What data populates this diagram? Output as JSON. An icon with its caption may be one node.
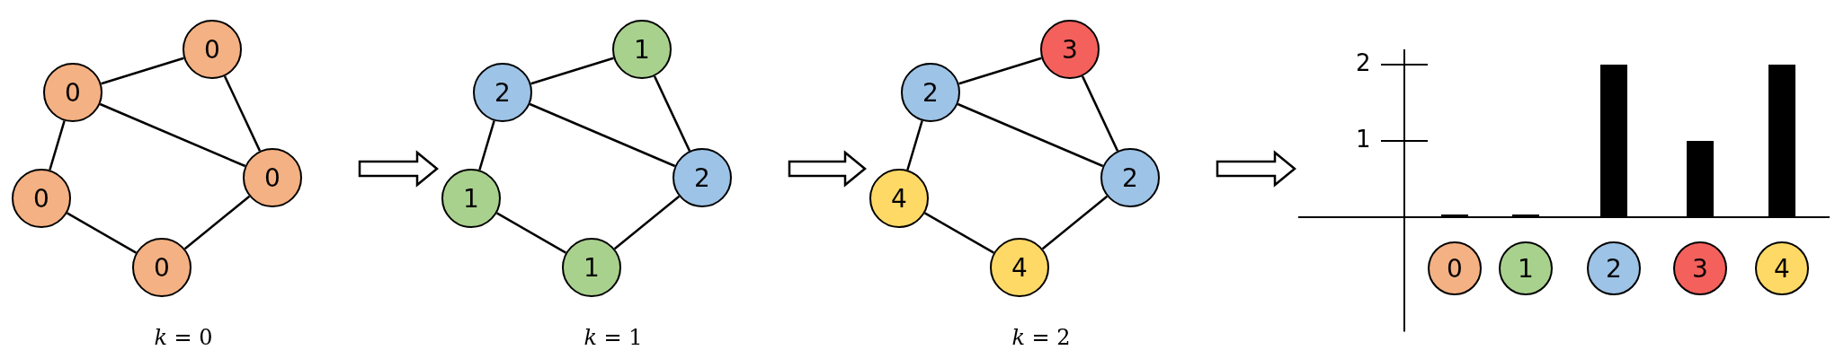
{
  "diagram": {
    "nodes": [
      {
        "text": [
          "*k* = 0"
        ]
      },
      {
        "text": [
          "0"
        ],
        "in": 0
      },
      {
        "text": [
          "0"
        ],
        "in": 0
      },
      {
        "text": [
          "0"
        ],
        "in": 0
      },
      {
        "text": [
          "0"
        ],
        "in": 0
      },
      {
        "text": [
          "0"
        ],
        "in": 0
      },
      {
        "text": [
          "*k* = 1"
        ]
      },
      {
        "text": [
          "2"
        ],
        "in": 6
      },
      {
        "text": [
          "1"
        ],
        "in": 6
      },
      {
        "text": [
          "2"
        ],
        "in": 6
      },
      {
        "text": [
          "1"
        ],
        "in": 6
      },
      {
        "text": [
          "1"
        ],
        "in": 6
      },
      {
        "text": [
          "*k* = 2"
        ]
      },
      {
        "text": [
          "2"
        ],
        "in": 12
      },
      {
        "text": [
          "3"
        ],
        "in": 12
      },
      {
        "text": [
          "2"
        ],
        "in": 12
      },
      {
        "text": [
          "4"
        ],
        "in": 12
      },
      {
        "text": [
          "4"
        ],
        "in": 12
      },
      {
        "text": [],
        "shape": "picture"
      },
      {
        "text": [
          "0"
        ],
        "in": 18
      },
      {
        "text": [
          "1"
        ],
        "in": 18
      },
      {
        "text": [
          "2"
        ],
        "in": 18
      },
      {
        "text": [
          "3"
        ],
        "in": 18
      },
      {
        "text": [
          "4"
        ],
        "in": 18
      }
    ],
    "edges": [
      {
        "from": 1,
        "to": 2,
        "arrow": "none"
      },
      {
        "from": 1,
        "to": 3,
        "arrow": "none"
      },
      {
        "from": 2,
        "to": 3,
        "arrow": "none"
      },
      {
        "from": 1,
        "to": 4,
        "arrow": "none"
      },
      {
        "from": 4,
        "to": 5,
        "arrow": "none"
      },
      {
        "from": 5,
        "to": 3,
        "arrow": "none"
      },
      {
        "from": 7,
        "to": 8,
        "arrow": "none"
      },
      {
        "from": 7,
        "to": 9,
        "arrow": "none"
      },
      {
        "from": 8,
        "to": 9,
        "arrow": "none"
      },
      {
        "from": 7,
        "to": 10,
        "arrow": "none"
      },
      {
        "from": 10,
        "to": 11,
        "arrow": "none"
      },
      {
        "from": 11,
        "to": 9,
        "arrow": "none"
      },
      {
        "from": 13,
        "to": 14,
        "arrow": "none"
      },
      {
        "from": 13,
        "to": 15,
        "arrow": "none"
      },
      {
        "from": 14,
        "to": 15,
        "arrow": "none"
      },
      {
        "from": 13,
        "to": 16,
        "arrow": "none"
      },
      {
        "from": 16,
        "to": 17,
        "arrow": "none"
      },
      {
        "from": 17,
        "to": 15,
        "arrow": "none"
      },
      {
        "from": 0,
        "to": 6,
        "arrow": "to"
      },
      {
        "from": 6,
        "to": 12,
        "arrow": "to"
      },
      {
        "from": 12,
        "to": 18,
        "arrow": "to"
      }
    ],
    "chart_data": {
      "type": "bar",
      "series": [
        {
          "color": "#000000",
          "values": [
            0,
            0,
            2,
            1,
            2
          ]
        }
      ],
      "ylim": [
        -1.5,
        2.2
      ],
      "yticks": [
        1,
        2
      ]
    }
  }
}
